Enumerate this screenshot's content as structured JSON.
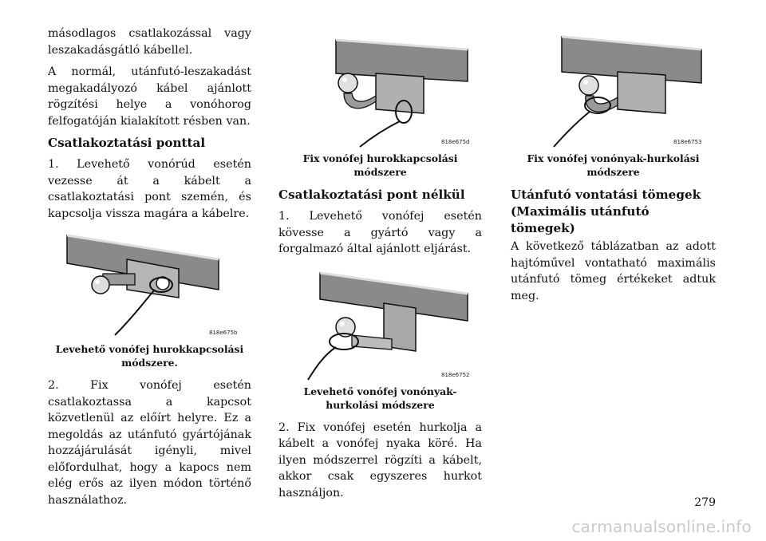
{
  "column1": {
    "para_intro": "másodlagos csatlakozással vagy leszakadásgátló kábellel.",
    "para_normal": "A normál, utánfutó-leszakadást megakadályozó kábel ajánlott rögzítési helye a vonóhorog felfogatóján kialakított résben van.",
    "heading": "Csatlakoztatási ponttal",
    "para_step1": "1. Levehető vonórúd esetén vezesse át a kábelt a csatlakoztatási pont szemén, és kapcsolja vissza magára a kábelre.",
    "figure": {
      "code": "818e675b",
      "caption": "Levehető vonófej hurokkapcsolási módszere."
    },
    "para_step2": "2. Fix vonófej esetén csatlakoztassa a kapcsot közvetlenül az előírt helyre. Ez a megoldás az utánfutó gyártójának hozzájárulását igényli, mivel előfordulhat, hogy a kapocs nem elég erős az ilyen módon történő használathoz."
  },
  "column2": {
    "figure_top": {
      "code": "818e675d",
      "caption": "Fix vonófej hurokkapcsolási módszere"
    },
    "heading": "Csatlakoztatási pont nélkül",
    "para_step1": "1. Levehető vonófej esetén kövesse a gyártó vagy a forgalmazó által ajánlott eljárást.",
    "figure_bottom": {
      "code": "818e6752",
      "caption": "Levehető vonófej vonónyak-hurkolási módszere"
    },
    "para_step2": "2. Fix vonófej esetén hurkolja a kábelt a vonófej nyaka köré. Ha ilyen módszerrel rögzíti a kábelt, akkor csak egyszeres hurkot használjon."
  },
  "column3": {
    "figure": {
      "code": "818e6753",
      "caption": "Fix vonófej vonónyak-hurkolási módszere"
    },
    "heading_line1": "Utánfutó vontatási tömegek",
    "heading_line2": "(Maximális utánfutó tömegek)",
    "para": "A következő táblázatban az adott hajtóművel vontatható maximális utánfutó tömeg értékeket adtuk meg."
  },
  "page_number": "279",
  "watermark": "carmanualsonline.info"
}
